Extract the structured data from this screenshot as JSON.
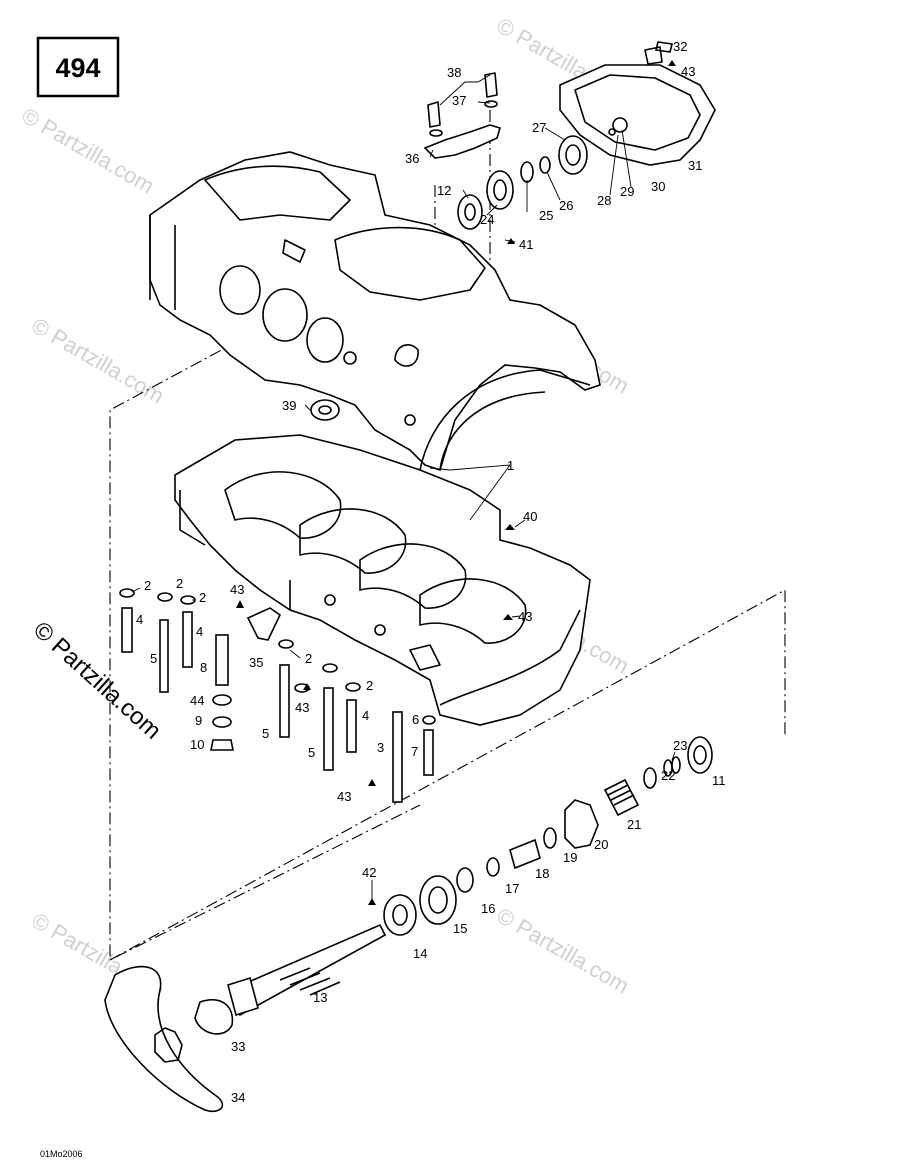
{
  "diagram_number": "494",
  "figure_code": "01Mo2006",
  "watermark": "© Partzilla.com",
  "labels": [
    {
      "key": "32",
      "text": "32"
    },
    {
      "key": "43a",
      "text": "43"
    },
    {
      "key": "38",
      "text": "38"
    },
    {
      "key": "37",
      "text": "37"
    },
    {
      "key": "36",
      "text": "36"
    },
    {
      "key": "27",
      "text": "27"
    },
    {
      "key": "31",
      "text": "31"
    },
    {
      "key": "12",
      "text": "12"
    },
    {
      "key": "24",
      "text": "24"
    },
    {
      "key": "25",
      "text": "25"
    },
    {
      "key": "26",
      "text": "26"
    },
    {
      "key": "28",
      "text": "28"
    },
    {
      "key": "29",
      "text": "29"
    },
    {
      "key": "30",
      "text": "30"
    },
    {
      "key": "41",
      "text": "41"
    },
    {
      "key": "39",
      "text": "39"
    },
    {
      "key": "1",
      "text": "1"
    },
    {
      "key": "40",
      "text": "40"
    },
    {
      "key": "2a",
      "text": "2"
    },
    {
      "key": "2b",
      "text": "2"
    },
    {
      "key": "2c",
      "text": "2"
    },
    {
      "key": "43b",
      "text": "43"
    },
    {
      "key": "43c",
      "text": "43"
    },
    {
      "key": "4a",
      "text": "4"
    },
    {
      "key": "4b",
      "text": "4"
    },
    {
      "key": "5a",
      "text": "5"
    },
    {
      "key": "8",
      "text": "8"
    },
    {
      "key": "35",
      "text": "35"
    },
    {
      "key": "2d",
      "text": "2"
    },
    {
      "key": "2e",
      "text": "2"
    },
    {
      "key": "44",
      "text": "44"
    },
    {
      "key": "9",
      "text": "9"
    },
    {
      "key": "43d",
      "text": "43"
    },
    {
      "key": "10",
      "text": "10"
    },
    {
      "key": "5b",
      "text": "5"
    },
    {
      "key": "4c",
      "text": "4"
    },
    {
      "key": "6",
      "text": "6"
    },
    {
      "key": "5c",
      "text": "5"
    },
    {
      "key": "3",
      "text": "3"
    },
    {
      "key": "7",
      "text": "7"
    },
    {
      "key": "43e",
      "text": "43"
    },
    {
      "key": "23",
      "text": "23"
    },
    {
      "key": "11",
      "text": "11"
    },
    {
      "key": "22",
      "text": "22"
    },
    {
      "key": "21",
      "text": "21"
    },
    {
      "key": "20",
      "text": "20"
    },
    {
      "key": "19",
      "text": "19"
    },
    {
      "key": "18",
      "text": "18"
    },
    {
      "key": "17",
      "text": "17"
    },
    {
      "key": "16",
      "text": "16"
    },
    {
      "key": "15",
      "text": "15"
    },
    {
      "key": "42",
      "text": "42"
    },
    {
      "key": "14",
      "text": "14"
    },
    {
      "key": "13",
      "text": "13"
    },
    {
      "key": "33",
      "text": "33"
    },
    {
      "key": "34",
      "text": "34"
    }
  ]
}
